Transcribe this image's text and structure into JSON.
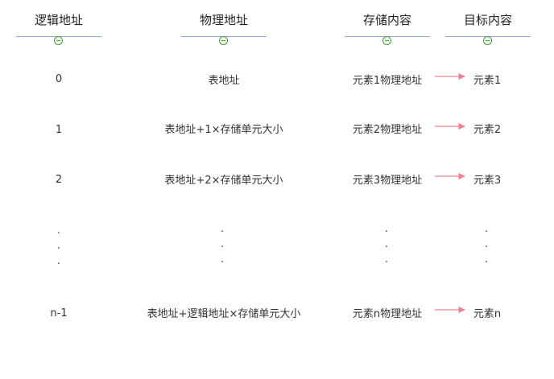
{
  "headers": {
    "logical_address": "逻辑地址",
    "physical_address": "物理地址",
    "stored_content": "存储内容",
    "target_content": "目标内容"
  },
  "rows": [
    {
      "logical": "0",
      "physical": "表地址",
      "stored": "元素1物理地址",
      "target": "元素1"
    },
    {
      "logical": "1",
      "physical": "表地址+1×存储单元大小",
      "stored": "元素2物理地址",
      "target": "元素2"
    },
    {
      "logical": "2",
      "physical": "表地址+2×存储单元大小",
      "stored": "元素3物理地址",
      "target": "元素3"
    },
    {
      "logical": "n-1",
      "physical": "表地址+逻辑地址×存储单元大小",
      "stored": "元素n物理地址",
      "target": "元素n"
    }
  ],
  "ellipsis": "·",
  "colors": {
    "arrow": "#f08090",
    "header_line": "#8ea9d4",
    "collapse_icon": "#4a9a3c"
  }
}
